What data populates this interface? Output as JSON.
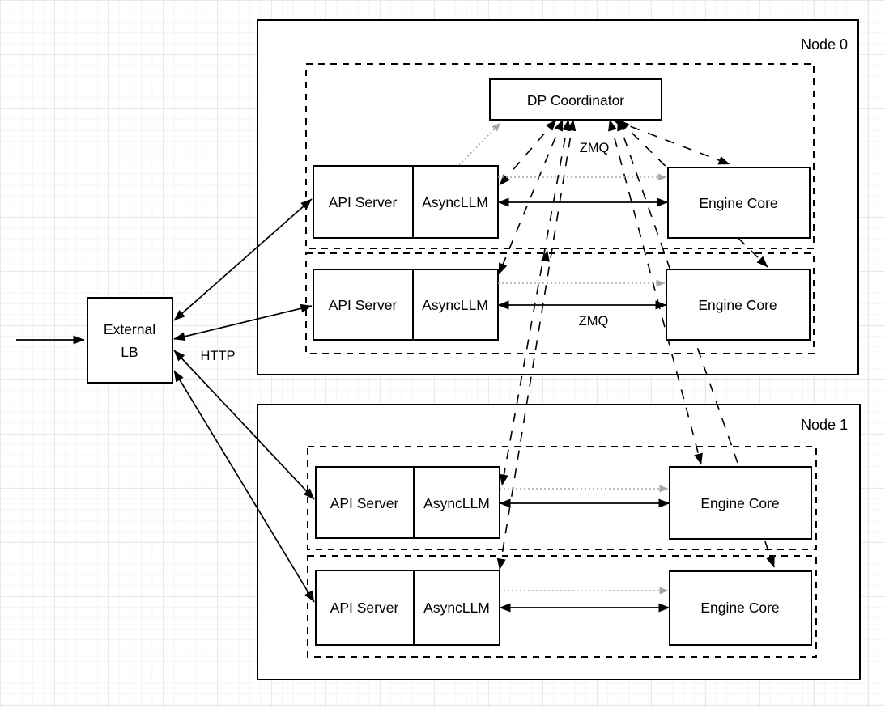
{
  "nodes": [
    {
      "label": "Node 0"
    },
    {
      "label": "Node 1"
    }
  ],
  "coordinator": {
    "label": "DP Coordinator"
  },
  "external_lb": {
    "line1": "External",
    "line2": "LB"
  },
  "replicas": [
    {
      "api_server": "API Server",
      "async_llm": "AsyncLLM",
      "engine_core": "Engine Core"
    },
    {
      "api_server": "API Server",
      "async_llm": "AsyncLLM",
      "engine_core": "Engine Core"
    },
    {
      "api_server": "API Server",
      "async_llm": "AsyncLLM",
      "engine_core": "Engine Core"
    },
    {
      "api_server": "API Server",
      "async_llm": "AsyncLLM",
      "engine_core": "Engine Core"
    }
  ],
  "labels": {
    "http": "HTTP",
    "zmq_top": "ZMQ",
    "zmq_mid": "ZMQ"
  },
  "colors": {
    "stroke": "#000000",
    "dotted_gray": "#a8a8a8",
    "box_fill": "#ffffff"
  }
}
